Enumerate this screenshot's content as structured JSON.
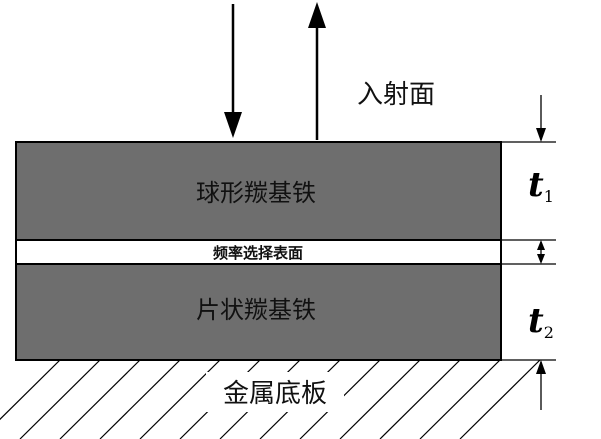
{
  "labels": {
    "incident_surface": "入射面",
    "layer1": "球形羰基铁",
    "fss": "频率选择表面",
    "layer2": "片状羰基铁",
    "substrate": "金属底板"
  },
  "thickness": {
    "t1": {
      "symbol": "t",
      "subscript": "1"
    },
    "t2": {
      "symbol": "t",
      "subscript": "2"
    }
  },
  "colors": {
    "layer_fill": "#6e6e6e",
    "fss_fill": "#ffffff",
    "stroke": "#000000"
  }
}
